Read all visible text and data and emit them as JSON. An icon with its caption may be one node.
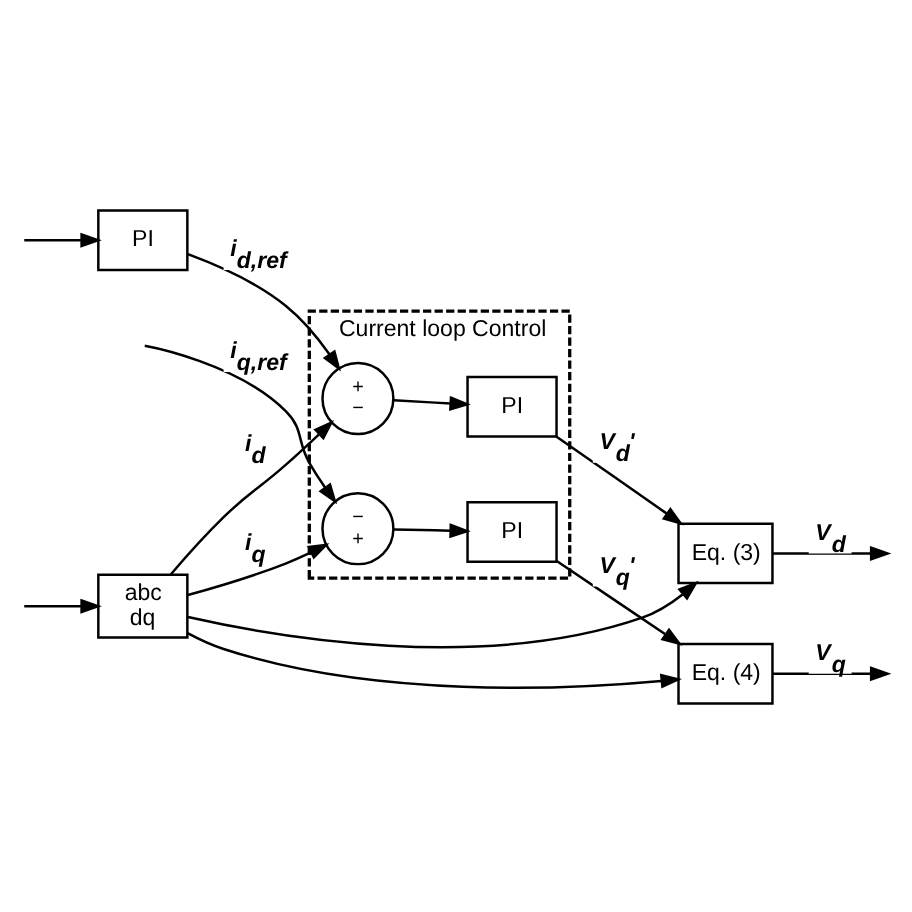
{
  "diagram": {
    "nodes": [
      {
        "text": [
          "Current loop Control"
        ]
      },
      {
        "text": [
          "PI"
        ]
      },
      {
        "text": [
          "abc",
          "dq"
        ]
      },
      {
        "text": [
          "+",
          "−"
        ],
        "in": 0
      },
      {
        "text": [
          "PI"
        ],
        "in": 0
      },
      {
        "text": [
          "−",
          "+"
        ],
        "in": 0
      },
      {
        "text": [
          "PI"
        ],
        "in": 0
      },
      {
        "text": [
          "Eq. (3)"
        ]
      },
      {
        "text": [
          "Eq. (4)"
        ]
      }
    ],
    "edges": [
      {
        "from": null,
        "to": 1,
        "arrow": "to"
      },
      {
        "from": 1,
        "to": 3,
        "arrow": "to",
        "label": "i$_{d,ref}$"
      },
      {
        "from": null,
        "to": 2,
        "arrow": "to"
      },
      {
        "from": 2,
        "to": 3,
        "arrow": "to",
        "label": "i$_{d}$"
      },
      {
        "from": 2,
        "to": 5,
        "arrow": "to",
        "label": "i$_{q}$"
      },
      {
        "from": 2,
        "to": 8,
        "arrow": "to"
      },
      {
        "from": 2,
        "to": 7,
        "arrow": "to"
      },
      {
        "from": 3,
        "to": 4,
        "arrow": "to"
      },
      {
        "from": 4,
        "to": 7,
        "arrow": "to",
        "label": "V$_{d}$'"
      },
      {
        "from": null,
        "to": 5,
        "arrow": "to",
        "label": "i$_{q,ref}$"
      },
      {
        "from": 5,
        "to": 6,
        "arrow": "to"
      },
      {
        "from": 6,
        "to": 8,
        "arrow": "to",
        "label": "V$_{q}$'"
      },
      {
        "from": 7,
        "to": null,
        "arrow": "to",
        "label": "V$_{d}$"
      },
      {
        "from": 8,
        "to": null,
        "arrow": "to",
        "label": "V$_{q}$"
      }
    ]
  }
}
